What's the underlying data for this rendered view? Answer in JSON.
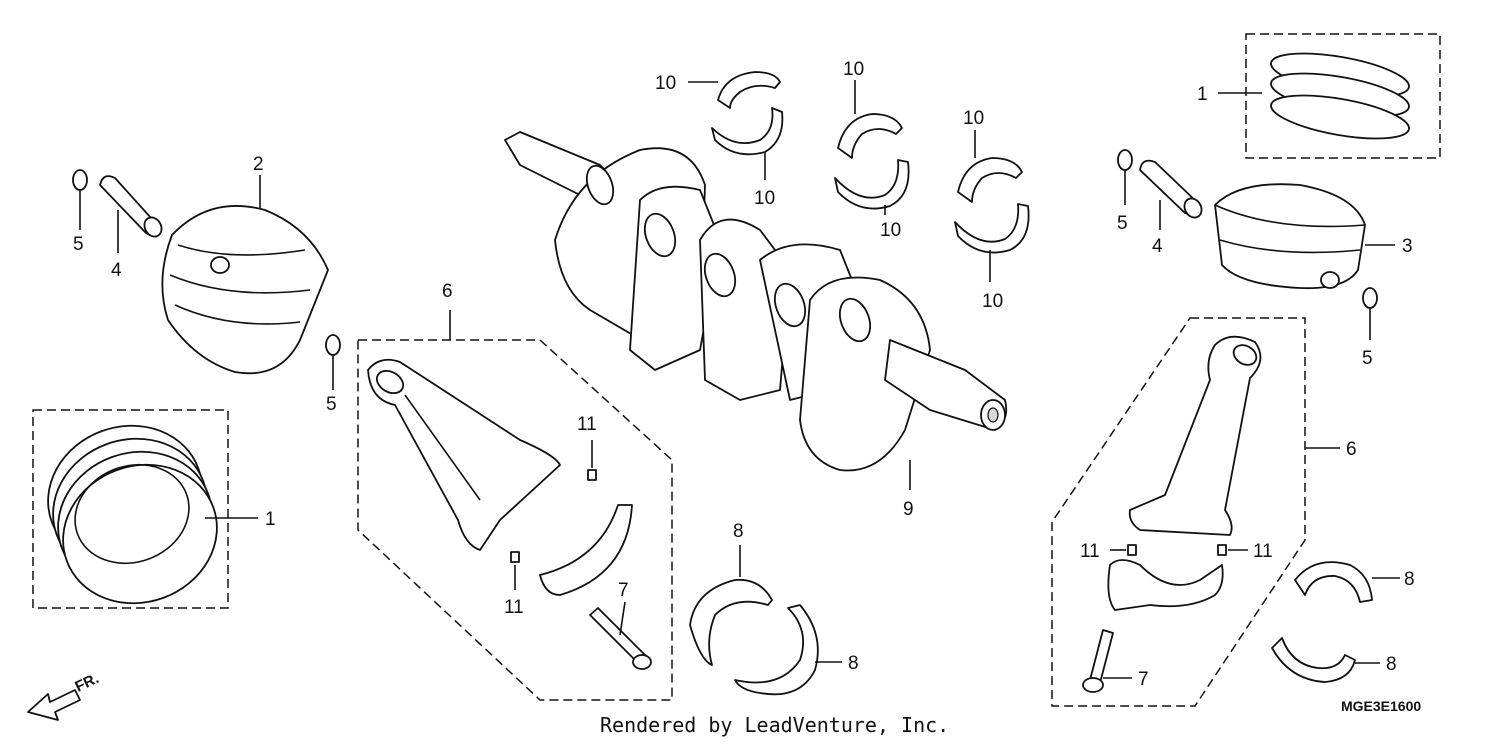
{
  "diagram": {
    "callouts": {
      "rings_left": "1",
      "rings_right": "1",
      "piston_left": "2",
      "piston_right": "3",
      "pin_left": "4",
      "pin_right": "4",
      "clip_left_top": "5",
      "clip_left_bottom": "5",
      "clip_right_top": "5",
      "clip_right_bottom": "5",
      "rod_left": "6",
      "rod_right": "6",
      "bolt_left": "7",
      "bolt_right": "7",
      "bearing_left_top": "8",
      "bearing_left_bottom": "8",
      "bearing_right_top": "8",
      "bearing_right_bottom": "8",
      "crankshaft": "9",
      "main_bearing_1_top": "10",
      "main_bearing_1_bottom": "10",
      "main_bearing_2_top": "10",
      "main_bearing_2_bottom": "10",
      "main_bearing_3_top": "10",
      "main_bearing_3_bottom": "10",
      "dowel_left_top": "11",
      "dowel_left_bottom": "11",
      "dowel_right_left": "11",
      "dowel_right_right": "11"
    },
    "front_arrow_label": "FR.",
    "diagram_code": "MGE3E1600",
    "credit": "Rendered by LeadVenture, Inc."
  }
}
